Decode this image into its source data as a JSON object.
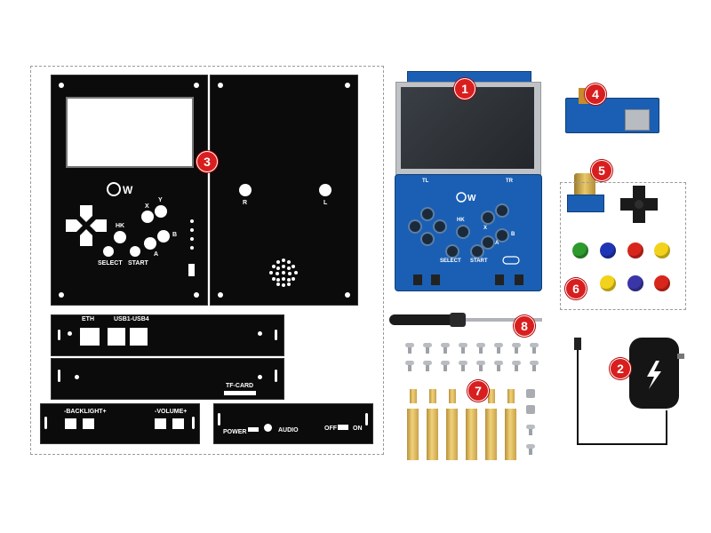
{
  "badges": [
    "1",
    "2",
    "3",
    "4",
    "5",
    "6",
    "7",
    "8"
  ],
  "front_panel": {
    "hk": "HK",
    "x": "X",
    "y": "Y",
    "a": "A",
    "b": "B",
    "select": "SELECT",
    "start": "START"
  },
  "back_panel": {
    "r": "R",
    "l": "L"
  },
  "top_strip": {
    "eth": "ETH",
    "usb": "USB1-USB4"
  },
  "mid_strip": {
    "tfcard": "TF-CARD"
  },
  "side_strip": {
    "backlight": "-BACKLIGHT+",
    "volume": "-VOLUME+"
  },
  "bottom_strip": {
    "power": "POWER",
    "audio": "AUDIO",
    "off": "OFF",
    "on": "ON"
  },
  "board": {
    "hk": "HK",
    "x": "X",
    "a": "A",
    "b": "B",
    "select": "SELECT",
    "start": "START",
    "tl": "TL",
    "tr": "TR"
  },
  "colors": {
    "badge": "#d81e1e",
    "acrylic": "#0b0b0b",
    "pcb": "#1a5fb4",
    "caps": [
      "#2e9a2e",
      "#1f35b5",
      "#d9261c",
      "#f2d21b",
      "#f2d21b",
      "#3a36a8",
      "#d9261c"
    ]
  }
}
